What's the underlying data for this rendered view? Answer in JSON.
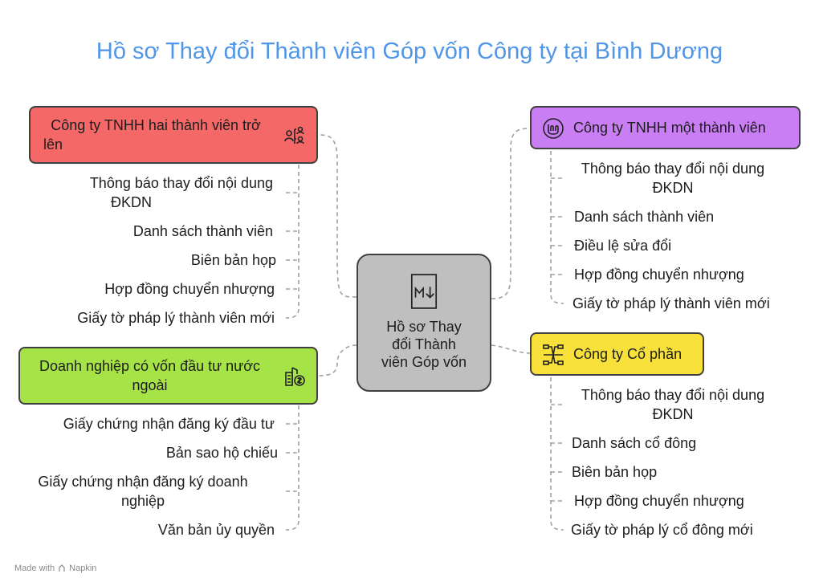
{
  "title": "Hồ sơ Thay đổi Thành viên Góp vốn Công ty tại Bình Dương",
  "center": {
    "line1": "Hồ sơ Thay",
    "line2": "đổi Thành",
    "line3": "viên Góp vốn",
    "icon": "markdown-document-icon"
  },
  "branches": {
    "tnhh_multi": {
      "label_line1": "Công ty TNHH hai thành viên trở",
      "label_line2": "lên",
      "color": "#f56868",
      "icon": "people-org-icon",
      "items": [
        {
          "line1": "Thông báo thay đổi nội dung",
          "line2": "ĐKDN"
        },
        {
          "line1": "Danh sách thành viên"
        },
        {
          "line1": "Biên bản họp"
        },
        {
          "line1": "Hợp đồng chuyển nhượng"
        },
        {
          "line1": "Giấy tờ pháp lý thành viên mới"
        }
      ]
    },
    "foreign": {
      "label_line1": "Doanh nghiệp có vốn đầu tư nước",
      "label_line2": "ngoài",
      "color": "#a6e347",
      "icon": "building-money-icon",
      "items": [
        {
          "line1": "Giấy chứng nhận đăng ký đầu tư"
        },
        {
          "line1": "Bản sao hộ chiếu"
        },
        {
          "line1": "Giấy chứng nhận đăng ký doanh",
          "line2": "nghiệp"
        },
        {
          "line1": "Văn bản ủy quyền"
        }
      ]
    },
    "tnhh_single": {
      "label_line1": "Công ty TNHH một thành viên",
      "color": "#c97ef3",
      "icon": "mint-logo-icon",
      "items": [
        {
          "line1": "Thông báo thay đổi nội dung",
          "line2": "ĐKDN"
        },
        {
          "line1": "Danh sách thành viên"
        },
        {
          "line1": "Điều lệ sửa đổi"
        },
        {
          "line1": "Hợp đồng chuyển nhượng"
        },
        {
          "line1": "Giấy tờ pháp lý thành viên mới"
        }
      ]
    },
    "joint_stock": {
      "label_line1": "Công ty Cổ phần",
      "color": "#f8e13a",
      "icon": "network-nodes-icon",
      "items": [
        {
          "line1": "Thông báo thay đổi nội dung",
          "line2": "ĐKDN"
        },
        {
          "line1": "Danh sách cổ đông"
        },
        {
          "line1": "Biên bản họp"
        },
        {
          "line1": "Hợp đồng chuyển nhượng"
        },
        {
          "line1": "Giấy tờ pháp lý cổ đông mới"
        }
      ]
    }
  },
  "footer": {
    "made_with": "Made with",
    "brand": "Napkin"
  }
}
